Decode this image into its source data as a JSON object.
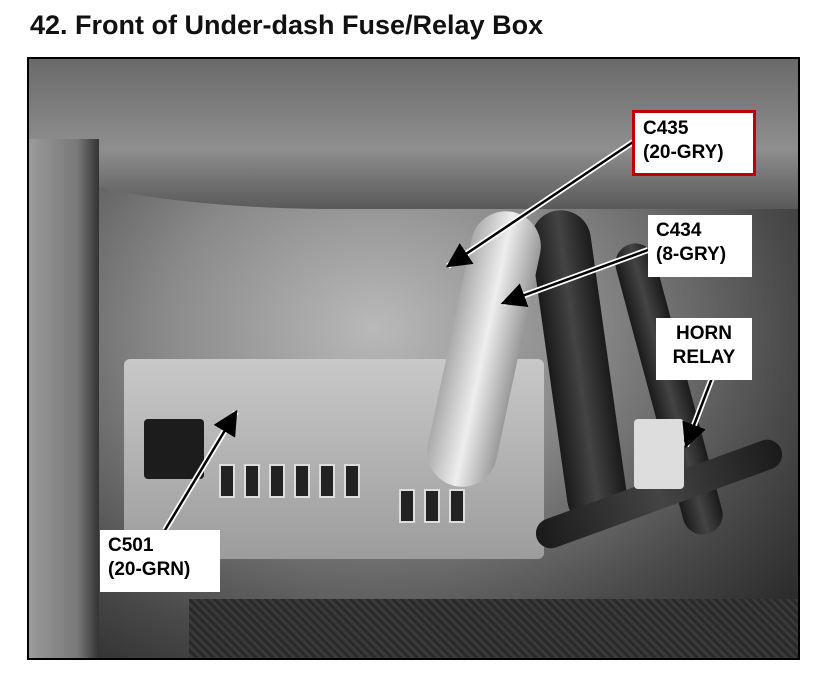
{
  "title": "42. Front of Under-dash Fuse/Relay Box",
  "callouts": {
    "c435": {
      "line1": "C435",
      "line2": "(20-GRY)",
      "border_color": "#c00000"
    },
    "c434": {
      "line1": "C434",
      "line2": "(8-GRY)"
    },
    "horn": {
      "line1": "HORN",
      "line2": "RELAY"
    },
    "c501": {
      "line1": "C501",
      "line2": "(20-GRN)"
    }
  }
}
